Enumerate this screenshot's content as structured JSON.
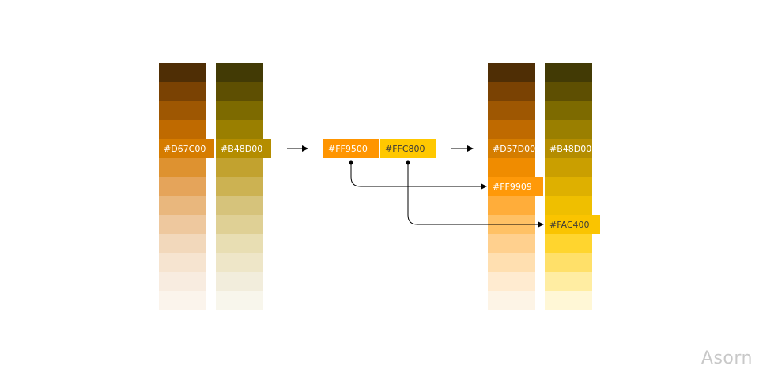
{
  "diagram": {
    "source_palettes": [
      {
        "name": "source-orange",
        "highlight_index": 4,
        "highlight_label": "#D67C00",
        "colors": [
          "#4f2e05",
          "#7a4203",
          "#9e5702",
          "#bf6a00",
          "#d67c00",
          "#de9230",
          "#e5a45a",
          "#e9b77d",
          "#eec89e",
          "#f2d8bb",
          "#f6e4d0",
          "#f8ece0",
          "#fbf4ec"
        ]
      },
      {
        "name": "source-yellow",
        "highlight_index": 4,
        "highlight_label": "#B48D00",
        "colors": [
          "#423a05",
          "#5e4f02",
          "#7d6a00",
          "#9a7f00",
          "#b48d00",
          "#c2a22f",
          "#ccb252",
          "#d6c37b",
          "#dfd095",
          "#e8deb3",
          "#eee6c8",
          "#f2eddc",
          "#f8f6ec"
        ]
      }
    ],
    "middle_swatches": [
      {
        "label": "#FF9500",
        "color": "#ff9500"
      },
      {
        "label": "#FFC800",
        "color": "#ffc800"
      }
    ],
    "result_palettes": [
      {
        "name": "result-orange",
        "highlight_label": "#D57D00",
        "highlight_index": 4,
        "extra_label": "#FF9909",
        "extra_index": 6,
        "colors": [
          "#4f2e05",
          "#7a4203",
          "#9e5702",
          "#bf6a00",
          "#d57d00",
          "#f08c00",
          "#ff9909",
          "#ffad3a",
          "#ffc165",
          "#ffd08e",
          "#ffdfb0",
          "#ffebd0",
          "#fdf4e6"
        ]
      },
      {
        "name": "result-yellow",
        "highlight_label": "#B48D00",
        "highlight_index": 4,
        "extra_label": "#FAC400",
        "extra_index": 8,
        "colors": [
          "#423a05",
          "#5e4f02",
          "#7d6a00",
          "#9a7f00",
          "#b48d00",
          "#ca9f00",
          "#deb000",
          "#efbf00",
          "#fac400",
          "#ffd52e",
          "#ffe069",
          "#ffeda2",
          "#fff7d6"
        ]
      }
    ]
  },
  "watermark": "Asorn"
}
